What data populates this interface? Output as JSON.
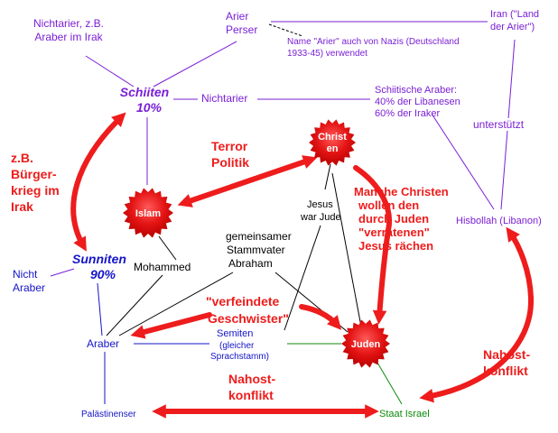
{
  "colors": {
    "purple": "#7a1fd6",
    "blue": "#1414c8",
    "red": "#ee1c1c",
    "green": "#0c8a0c",
    "black": "#000000"
  },
  "labels": {
    "nichtarier_irak": [
      "Nichtarier, z.B.",
      "Araber im Irak"
    ],
    "arier_perser": [
      "Arier",
      "Perser"
    ],
    "iran": [
      "Iran (\"Land",
      "der Arier\")"
    ],
    "nazi_note": [
      "Name \"Arier\" auch von Nazis (Deutschland",
      "1933-45) verwendet"
    ],
    "schiiten": [
      "Schiiten",
      "10%"
    ],
    "nichtarier": "Nichtarier",
    "schiitische_araber": [
      "Schiitische Araber:",
      "40% der Libanesen",
      "60% der Iraker"
    ],
    "unterstuetzt": "unterstützt",
    "terror_politik": [
      "Terror",
      "Politik"
    ],
    "christen": [
      "Christ",
      "en"
    ],
    "islam": "Islam",
    "buergerkrieg": [
      "z.B.",
      "Bürger-",
      "krieg im",
      "Irak"
    ],
    "jesus_jude": [
      "Jesus",
      "war Jude"
    ],
    "manche_christen": [
      "Manche Christen",
      "wollen den",
      "durch Juden",
      "\"verratenen\"",
      "Jesus rächen"
    ],
    "hisbollah": "Hisbollah (Libanon)",
    "stammvater": [
      "gemeinsamer",
      "Stammvater",
      "Abraham"
    ],
    "sunniten": [
      "Sunniten",
      "90%"
    ],
    "mohammed": "Mohammed",
    "nicht_araber": [
      "Nicht",
      "Araber"
    ],
    "verfeindete": [
      "\"verfeindete",
      "Geschwister\""
    ],
    "juden": "Juden",
    "araber": "Araber",
    "semiten": [
      "Semiten",
      "(gleicher",
      "Sprachstamm)"
    ],
    "nahost_mid": [
      "Nahost-",
      "konflikt"
    ],
    "nahost_right": [
      "Nahost-",
      "konflikt"
    ],
    "palaestinenser": "Palästinenser",
    "staat_israel": "Staat Israel"
  }
}
